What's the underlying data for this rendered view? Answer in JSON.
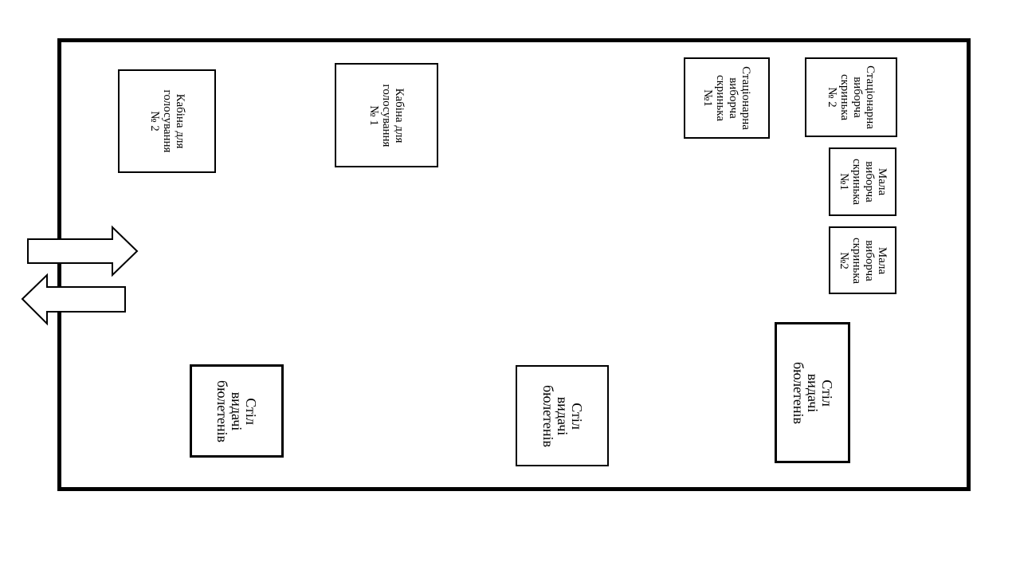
{
  "booths": [
    {
      "id": "booth-2",
      "label": "Кабіна для\nголосування\n№ 2"
    },
    {
      "id": "booth-1",
      "label": "Кабіна для\nголосування\n№ 1"
    }
  ],
  "stationary_boxes": [
    {
      "id": "stationary-box-1",
      "label": "Стаціонарна\nвиборча\nскринька\n№1"
    },
    {
      "id": "stationary-box-2",
      "label": "Стаціонарна\nвиборча\nскринька\n№ 2"
    }
  ],
  "small_boxes": [
    {
      "id": "small-box-1",
      "label": "Мала\nвиборча\nскринька\n№1"
    },
    {
      "id": "small-box-2",
      "label": "Мала\nвиборча\nскринька\n№2"
    }
  ],
  "ballot_tables": [
    {
      "id": "ballot-table-1",
      "label": "Стіл видачі\nбюлетенів"
    },
    {
      "id": "ballot-table-2",
      "label": "Стіл видачі\nбюлетенів"
    },
    {
      "id": "ballot-table-3",
      "label": "Стіл видачі\nбюлетенів"
    }
  ],
  "entrance": {
    "arrows": [
      "enter-arrow",
      "exit-arrow"
    ]
  }
}
